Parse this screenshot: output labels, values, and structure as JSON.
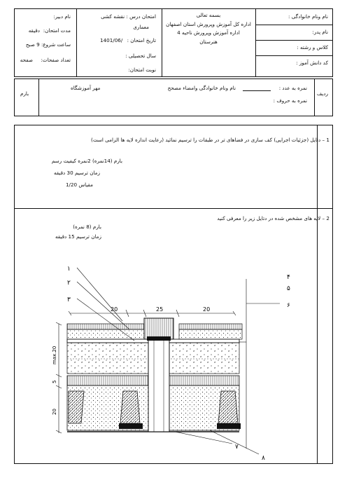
{
  "header": {
    "student": {
      "name_label": "نام ونام خانوادگی :",
      "father_label": "نام پدر:",
      "class_label": "کلاس و رشته :",
      "code_label": "کد دانش آموز :"
    },
    "center": {
      "line1": "بسمه تعالی",
      "line2": "اداره کل آموزش وپرورش استان اصفهان",
      "line3": "اداره آموزش وپرورش ناحیه 4",
      "line4": "هنرستان"
    },
    "exam": {
      "subject": "امتحان درس : نقشه کشی",
      "subject2": "معماری",
      "date_label": "تاریخ امتحان :",
      "date_value": "1401/06/",
      "year_label": "سال تحصیلی :",
      "turn_label": "نوبت امتحان:"
    },
    "teacher": {
      "teacher_label": "نام دبیر:",
      "duration_label": "مدت امتحان:",
      "duration_unit": "دقیقه",
      "start_label": "ساعت شروع: 9 صبح",
      "pages_label": "تعداد صفحات:",
      "pages_unit": "صفحه"
    }
  },
  "signature": {
    "row_label": "ردیف",
    "score_number": "نمره به عدد :",
    "score_letters": "نمره به حروف :",
    "corrector": "نام ونام خانوادگی وامضاء مصحح",
    "school_stamp": "مهر آموزشگاه",
    "score_col": "بارم"
  },
  "questions": [
    {
      "title": "1 – دتایل (جزئیات اجرایی) کف سازی در فضاهای تر در طبقات را ترسیم نمائید   (رعایت اندازه لایه ها الزامی است)",
      "score": "بارم (14نمره) 2نمره کیفیت رسم",
      "time": "زمان ترسیم  30 دقیقه",
      "scale": "مقیاس 1/20"
    },
    {
      "title": "2 – لایه های مشخص شده در دتایل زیر را معرفی کنید",
      "score": "بارم  (8 نمره)",
      "time": "زمان ترسیم  15 دقیقه"
    }
  ],
  "drawing": {
    "dims_top": [
      "20",
      "25",
      "20"
    ],
    "dims_left": [
      "max.20",
      "5",
      "20"
    ],
    "callouts_left": [
      "۱",
      "۲",
      "۳"
    ],
    "callouts_right": [
      "۴",
      "۵",
      "۶"
    ],
    "callouts_bottom": [
      "۷",
      "۸"
    ]
  }
}
